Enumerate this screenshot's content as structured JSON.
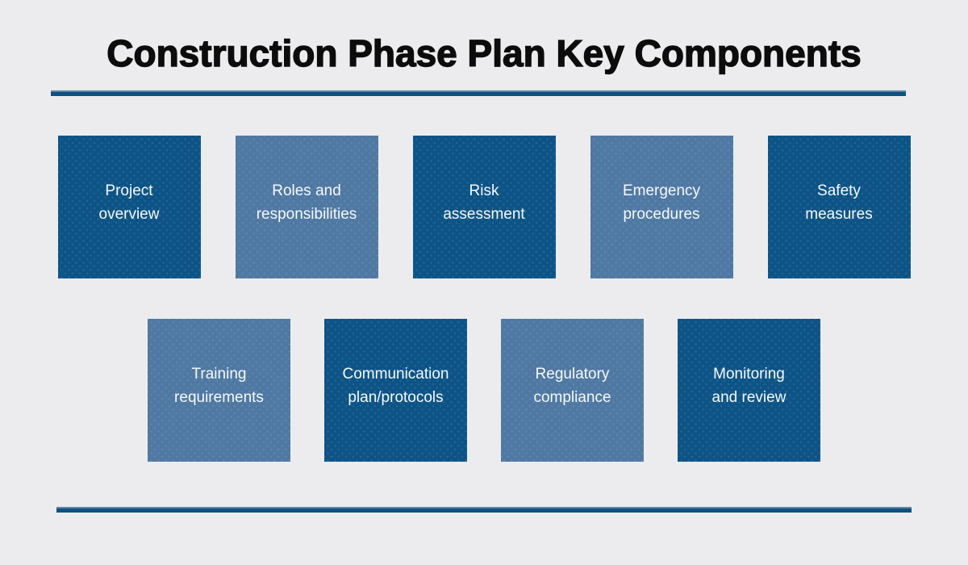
{
  "title": "Construction Phase Plan Key Components",
  "colors": {
    "background": "#ececee",
    "title_text": "#0c0c0c",
    "divider": "#0d5180",
    "divider_highlight": "#5e85ab",
    "box_dark": "#0d5486",
    "box_light": "#4f78a3",
    "box_text": "#f6f9fb"
  },
  "rows": [
    {
      "boxes": [
        {
          "label": "Project\noverview",
          "variant": "dark"
        },
        {
          "label": "Roles and\nresponsibilities",
          "variant": "light"
        },
        {
          "label": "Risk\nassessment",
          "variant": "dark"
        },
        {
          "label": "Emergency\nprocedures",
          "variant": "light"
        },
        {
          "label": "Safety\nmeasures",
          "variant": "dark"
        }
      ]
    },
    {
      "boxes": [
        {
          "label": "Training\nrequirements",
          "variant": "light"
        },
        {
          "label": "Communication\nplan/protocols",
          "variant": "dark"
        },
        {
          "label": "Regulatory\ncompliance",
          "variant": "light"
        },
        {
          "label": "Monitoring\nand review",
          "variant": "dark"
        }
      ]
    }
  ]
}
